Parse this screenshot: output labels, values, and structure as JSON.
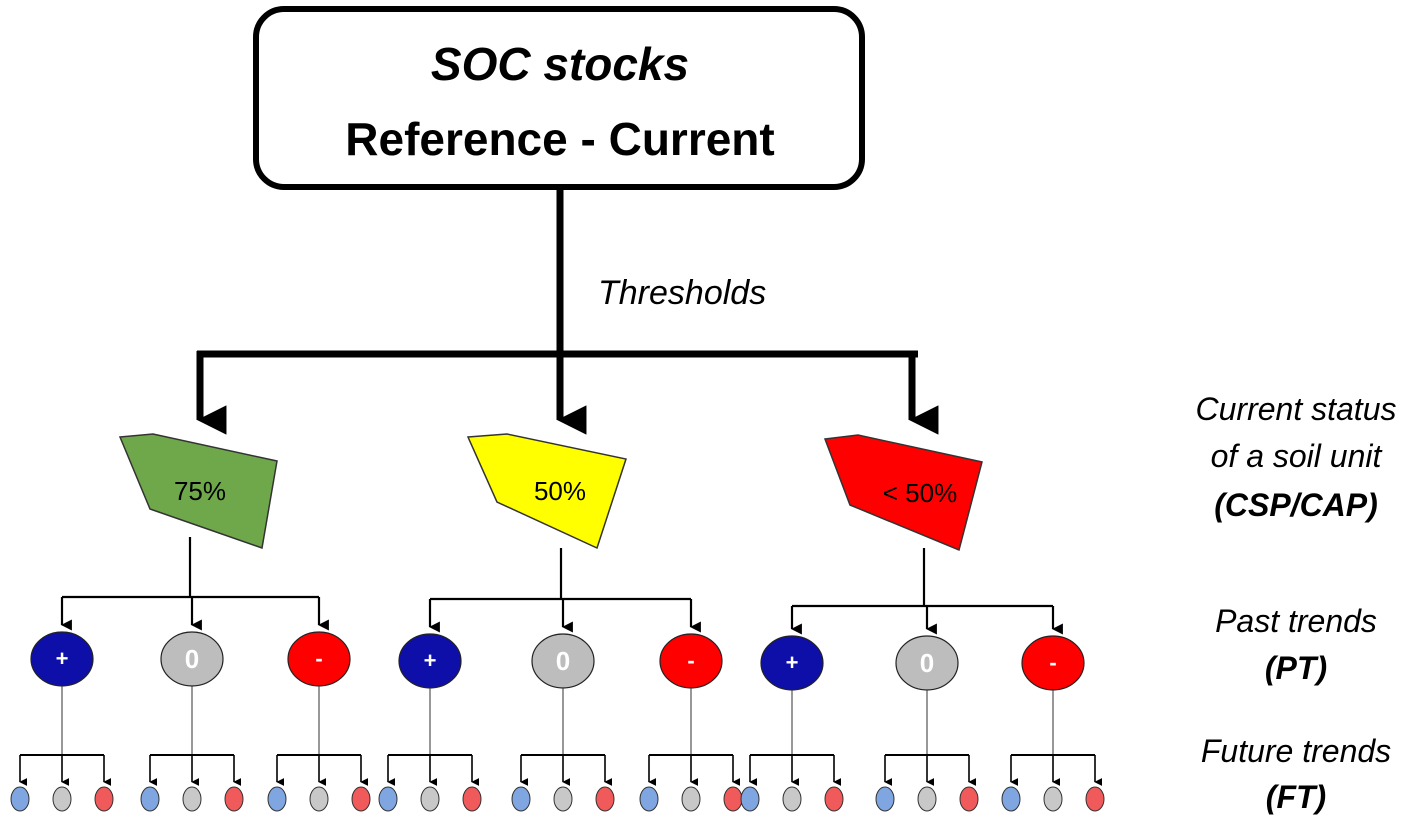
{
  "title": {
    "line1": "SOC stocks",
    "line2": "Reference - Current"
  },
  "thresholds_label": "Thresholds",
  "levels": {
    "csp": {
      "line1": "Current status",
      "line2": "of a soil unit",
      "line3": "(CSP/CAP)"
    },
    "pt": {
      "line1": "Past trends",
      "line2": "(PT)"
    },
    "ft": {
      "line1": "Future trends",
      "line2": "(FT)"
    }
  },
  "statuses": [
    {
      "label": "75%",
      "color": "#6fa84a"
    },
    {
      "label": "50%",
      "color": "#ffff00"
    },
    {
      "label": "< 50%",
      "color": "#ff0000"
    }
  ],
  "trends": [
    {
      "symbol": "+",
      "color": "#0e0ea8",
      "text_color": "#ffffff"
    },
    {
      "symbol": "0",
      "color": "#bdbdbd",
      "text_color": "#ffffff"
    },
    {
      "symbol": "-",
      "color": "#ff0000",
      "text_color": "#ffffff"
    }
  ],
  "future_colors": [
    "#7fa6e0",
    "#c8c8c8",
    "#f05a5a"
  ],
  "line_color": "#000000"
}
